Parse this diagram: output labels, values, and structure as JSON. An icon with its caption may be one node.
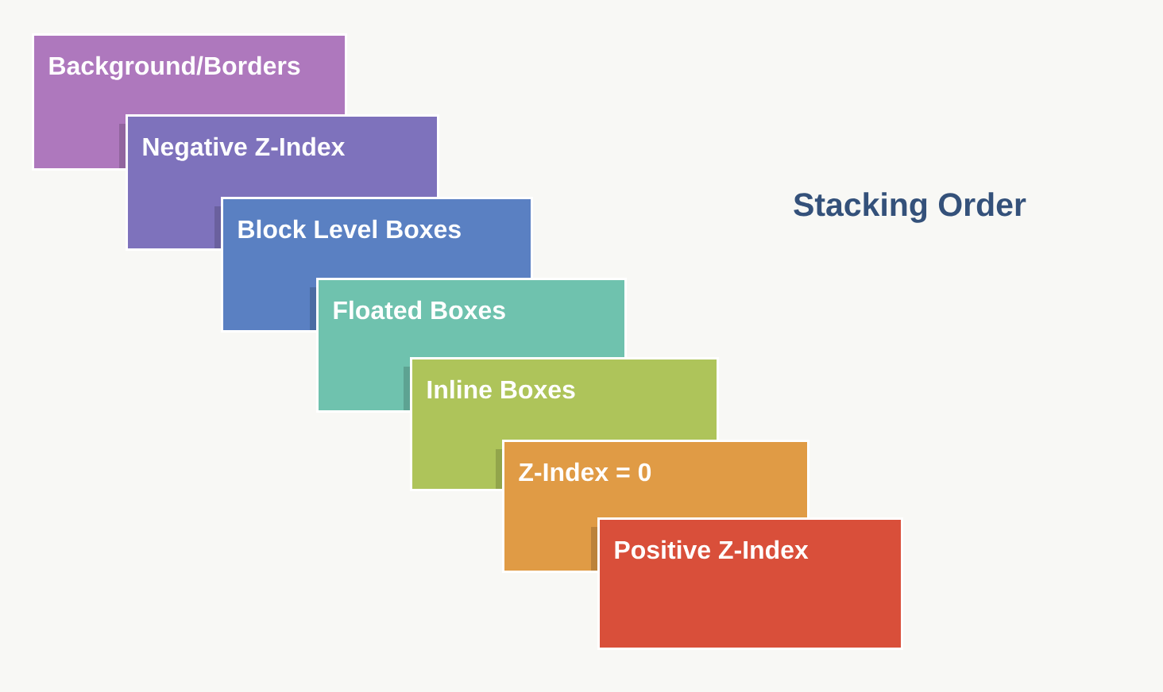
{
  "diagram": {
    "title": "Stacking Order",
    "nodes": [
      {
        "text": [
          "Background/Borders"
        ]
      },
      {
        "text": [
          "Negative Z-Index"
        ]
      },
      {
        "text": [
          "Block Level Boxes"
        ]
      },
      {
        "text": [
          "Floated Boxes"
        ]
      },
      {
        "text": [
          "Inline Boxes"
        ]
      },
      {
        "text": [
          "Z-Index = 0"
        ]
      },
      {
        "text": [
          "Positive Z-Index"
        ]
      }
    ]
  }
}
